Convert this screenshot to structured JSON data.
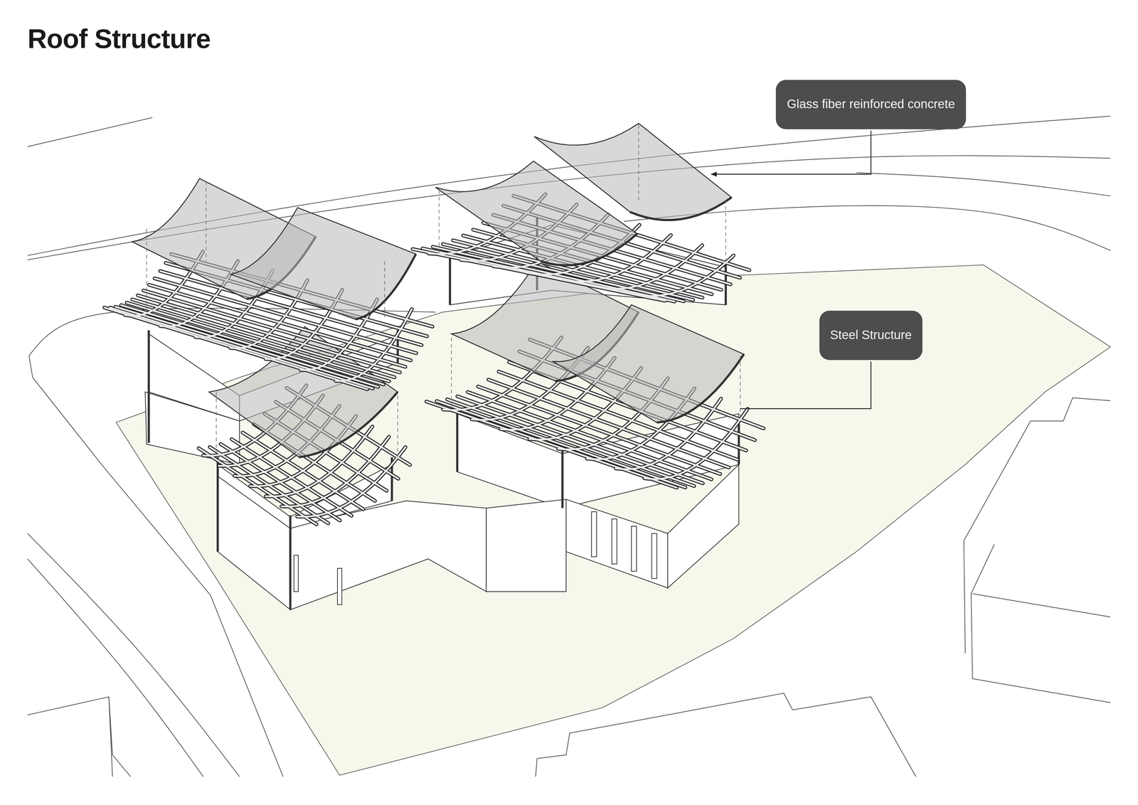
{
  "diagram": {
    "title": "Roof Structure",
    "nodes": [
      {
        "text": [
          "Glass fiber reinforced concrete"
        ]
      },
      {
        "text": [
          "Steel Structure"
        ]
      }
    ]
  }
}
